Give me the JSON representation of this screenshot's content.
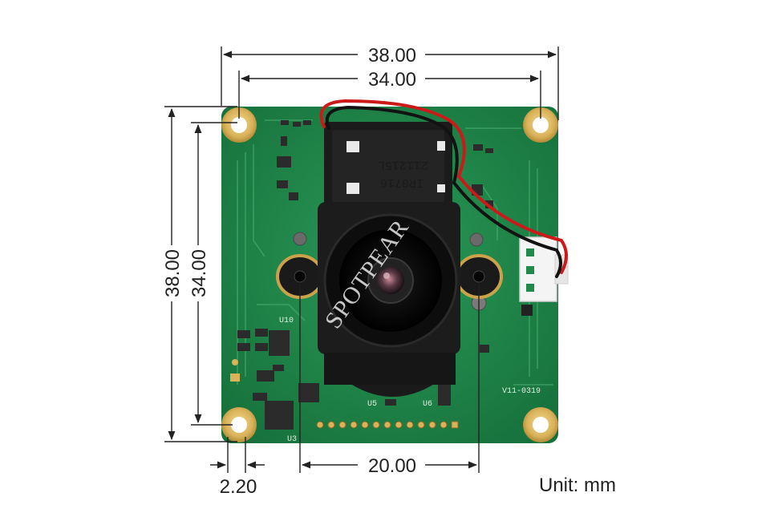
{
  "dimensions": {
    "outer_width": "38.00",
    "hole_spacing_x": "34.00",
    "outer_height": "38.00",
    "hole_spacing_y": "34.00",
    "lens_mount_spacing": "20.00",
    "hole_offset": "2.20"
  },
  "unit_label": "Unit: mm",
  "board_markings": {
    "version": "V11-0319",
    "u10": "U10",
    "u3": "U3",
    "u5": "U5",
    "u6": "U6",
    "filter_model": "IR0716",
    "filter_code": "211215L"
  },
  "watermark": "SPOTPEAR",
  "colors": {
    "pcb": "#1f8a4c",
    "pad": "#d9b25a",
    "lens": "#151515",
    "dimension_line": "#222222"
  }
}
